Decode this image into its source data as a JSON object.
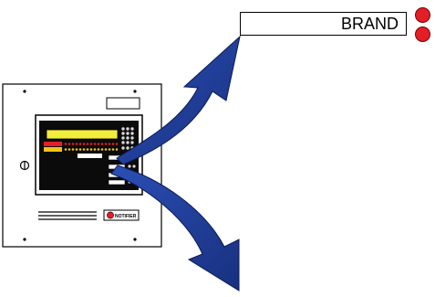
{
  "brand_label": {
    "text": "BRAND"
  },
  "indicator_lights": [
    {
      "name": "led-top",
      "color": "#e41e26"
    },
    {
      "name": "led-bottom",
      "color": "#e41e26"
    }
  ],
  "panel": {
    "logo_text": "NOTIFIER",
    "display_color": "#f2ee3c",
    "alarm_strip_color": "#e41e26",
    "trouble_strip_color": "#f2c21b",
    "led_color": "#e41e26"
  },
  "arrows": {
    "fill_color": "#1f3b96",
    "edge_color": "#0b1a55"
  }
}
